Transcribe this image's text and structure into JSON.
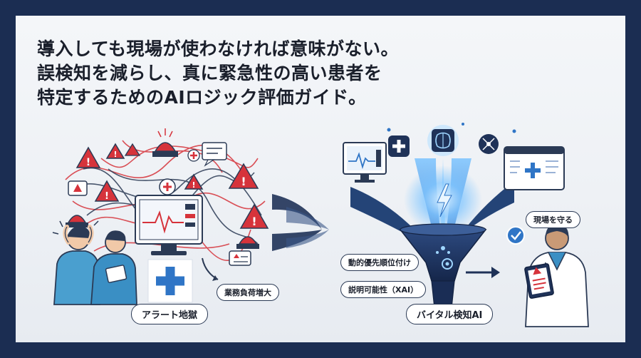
{
  "headline": {
    "line1": "導入しても現場が使わなければ意味がない。",
    "line2": "誤検知を減らし、真に緊急性の高い患者を",
    "line3": "特定するためのAIロジック評価ガイド。"
  },
  "left_scene": {
    "caption": "アラート地獄",
    "workload_label": "業務負荷増大"
  },
  "right_scene": {
    "caption": "バイタル検知AI",
    "priority_label": "動的優先順位付け",
    "xai_label": "説明可能性（XAI）",
    "protect_label": "現場を守る"
  },
  "colors": {
    "frame": "#1b2d52",
    "alert_red": "#d6333b",
    "navy": "#1f3258",
    "glow_blue": "#3d9be9"
  }
}
